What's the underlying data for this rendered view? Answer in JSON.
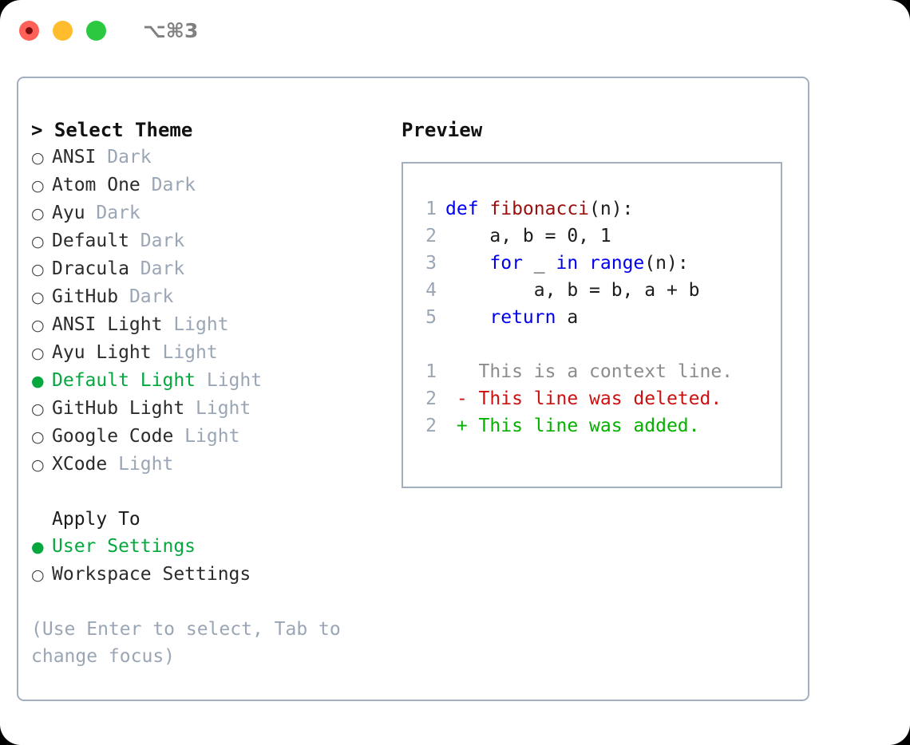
{
  "titlebar": {
    "shortcut": "⌥⌘3",
    "lights": [
      {
        "name": "close",
        "color": "#ff6159"
      },
      {
        "name": "minimize",
        "color": "#ffbd2e"
      },
      {
        "name": "zoom",
        "color": "#2ac940"
      }
    ]
  },
  "theme_picker": {
    "header": "> Select Theme",
    "marker_unselected": "○",
    "marker_selected": "●",
    "items": [
      {
        "marker": "○",
        "label": "ANSI",
        "tag": " Dark",
        "selected": false
      },
      {
        "marker": "○",
        "label": "Atom One",
        "tag": " Dark",
        "selected": false
      },
      {
        "marker": "○",
        "label": "Ayu",
        "tag": " Dark",
        "selected": false
      },
      {
        "marker": "○",
        "label": "Default",
        "tag": " Dark",
        "selected": false
      },
      {
        "marker": "○",
        "label": "Dracula",
        "tag": " Dark",
        "selected": false
      },
      {
        "marker": "○",
        "label": "GitHub",
        "tag": " Dark",
        "selected": false
      },
      {
        "marker": "○",
        "label": "ANSI Light",
        "tag": " Light",
        "selected": false
      },
      {
        "marker": "○",
        "label": "Ayu Light",
        "tag": " Light",
        "selected": false
      },
      {
        "marker": "●",
        "label": "Default Light",
        "tag": " Light",
        "selected": true
      },
      {
        "marker": "○",
        "label": "GitHub Light",
        "tag": " Light",
        "selected": false
      },
      {
        "marker": "○",
        "label": "Google Code",
        "tag": " Light",
        "selected": false
      },
      {
        "marker": "○",
        "label": "XCode",
        "tag": " Light",
        "selected": false
      }
    ]
  },
  "apply_to": {
    "header": "Apply To",
    "items": [
      {
        "marker": "●",
        "label": "User Settings",
        "selected": true
      },
      {
        "marker": "○",
        "label": "Workspace Settings",
        "selected": false
      }
    ]
  },
  "hint": "(Use Enter to select, Tab to change focus)",
  "preview": {
    "title": "Preview",
    "code_lines": [
      {
        "ln": "1",
        "tokens": [
          {
            "t": "def ",
            "c": "kw"
          },
          {
            "t": "fibonacci",
            "c": "fn"
          },
          {
            "t": "(n):",
            "c": "plain"
          }
        ]
      },
      {
        "ln": "2",
        "tokens": [
          {
            "t": "    a, b = 0, 1",
            "c": "plain"
          }
        ]
      },
      {
        "ln": "3",
        "tokens": [
          {
            "t": "    ",
            "c": "plain"
          },
          {
            "t": "for",
            "c": "kw"
          },
          {
            "t": " _ ",
            "c": "plain"
          },
          {
            "t": "in",
            "c": "kw"
          },
          {
            "t": " ",
            "c": "plain"
          },
          {
            "t": "range",
            "c": "kw"
          },
          {
            "t": "(n):",
            "c": "plain"
          }
        ]
      },
      {
        "ln": "4",
        "tokens": [
          {
            "t": "        a, b = b, a + b",
            "c": "plain"
          }
        ]
      },
      {
        "ln": "5",
        "tokens": [
          {
            "t": "    ",
            "c": "plain"
          },
          {
            "t": "return",
            "c": "kw"
          },
          {
            "t": " a",
            "c": "plain"
          }
        ]
      }
    ],
    "diff_lines": [
      {
        "ln": "1",
        "tokens": [
          {
            "t": "   This is a context line.",
            "c": "ctx"
          }
        ]
      },
      {
        "ln": "2",
        "tokens": [
          {
            "t": " - This line was deleted.",
            "c": "del"
          }
        ]
      },
      {
        "ln": "2",
        "tokens": [
          {
            "t": " + This line was added.",
            "c": "add"
          }
        ]
      }
    ]
  },
  "colors": {
    "accent_green": "#05a83f",
    "muted_blue_gray": "#9aa6b5",
    "border": "#a3afbe",
    "keyword_blue": "#0000ee",
    "function_red": "#9b0f0f",
    "diff_deleted": "#cc1111",
    "diff_added": "#05b000"
  }
}
